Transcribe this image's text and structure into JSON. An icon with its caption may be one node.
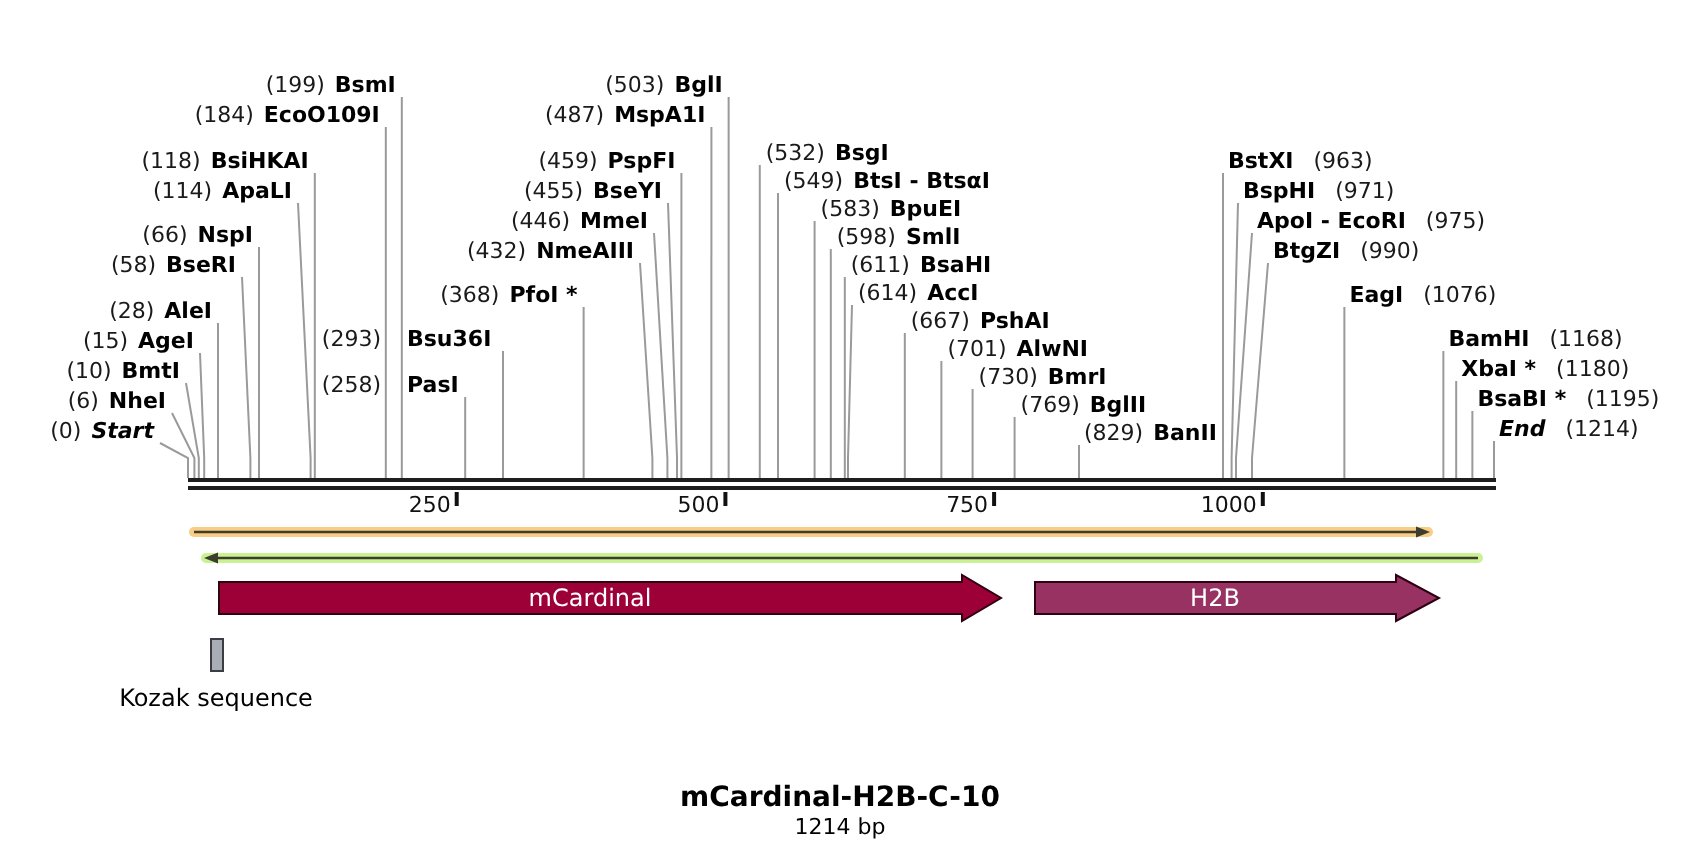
{
  "diagram": {
    "title": "mCardinal-H2B-C-10",
    "caption": "1214 bp",
    "nodes": [
      {
        "text": [
          "(0)",
          "Start"
        ]
      },
      {
        "text": [
          "(6)",
          "NheI"
        ]
      },
      {
        "text": [
          "(10)",
          "BmtI"
        ]
      },
      {
        "text": [
          "(15)",
          "AgeI"
        ]
      },
      {
        "text": [
          "(28)",
          "AleI"
        ]
      },
      {
        "text": [
          "(58)",
          "BseRI"
        ]
      },
      {
        "text": [
          "(66)",
          "NspI"
        ]
      },
      {
        "text": [
          "(114)",
          "ApaLI"
        ]
      },
      {
        "text": [
          "(118)",
          "BsiHKAI"
        ]
      },
      {
        "text": [
          "(184)",
          "EcoO109I"
        ]
      },
      {
        "text": [
          "(199)",
          "BsmI"
        ]
      },
      {
        "text": [
          "(258)",
          "PasI"
        ]
      },
      {
        "text": [
          "(293)",
          "Bsu36I"
        ]
      },
      {
        "text": [
          "(368)",
          "PfoI *"
        ]
      },
      {
        "text": [
          "(432)",
          "NmeAIII"
        ]
      },
      {
        "text": [
          "(446)",
          "MmeI"
        ]
      },
      {
        "text": [
          "(455)",
          "BseYI"
        ]
      },
      {
        "text": [
          "(459)",
          "PspFI"
        ]
      },
      {
        "text": [
          "(487)",
          "MspA1I"
        ]
      },
      {
        "text": [
          "(503)",
          "BglI"
        ]
      },
      {
        "text": [
          "(532)",
          "BsgI"
        ]
      },
      {
        "text": [
          "(549)",
          "BtsI - BtsαI"
        ]
      },
      {
        "text": [
          "(583)",
          "BpuEI"
        ]
      },
      {
        "text": [
          "(598)",
          "SmlI"
        ]
      },
      {
        "text": [
          "(611)",
          "BsaHI"
        ]
      },
      {
        "text": [
          "(614)",
          "AccI"
        ]
      },
      {
        "text": [
          "(667)",
          "PshAI"
        ]
      },
      {
        "text": [
          "(701)",
          "AlwNI"
        ]
      },
      {
        "text": [
          "(730)",
          "BmrI"
        ]
      },
      {
        "text": [
          "(769)",
          "BglII"
        ]
      },
      {
        "text": [
          "(829)",
          "BanII"
        ]
      },
      {
        "text": [
          "BstXI",
          "(963)"
        ]
      },
      {
        "text": [
          "BspHI",
          "(971)"
        ]
      },
      {
        "text": [
          "ApoI - EcoRI",
          "(975)"
        ]
      },
      {
        "text": [
          "BtgZI",
          "(990)"
        ]
      },
      {
        "text": [
          "EagI",
          "(1076)"
        ]
      },
      {
        "text": [
          "BamHI",
          "(1168)"
        ]
      },
      {
        "text": [
          "XbaI *",
          "(1180)"
        ]
      },
      {
        "text": [
          "BsaBI *",
          "(1195)"
        ]
      },
      {
        "text": [
          "End",
          "(1214)"
        ]
      },
      {
        "text": [],
        "shape": "bar"
      },
      {
        "text": [
          "mCardinal"
        ]
      },
      {
        "text": [
          "H2B"
        ]
      },
      {
        "text": [
          "Kozak sequence"
        ]
      }
    ],
    "edges": [
      {
        "from": 0,
        "to": 40,
        "arrow": "none"
      },
      {
        "from": 1,
        "to": 40,
        "arrow": "none"
      },
      {
        "from": 2,
        "to": 40,
        "arrow": "none"
      },
      {
        "from": 3,
        "to": 40,
        "arrow": "none"
      },
      {
        "from": 4,
        "to": 40,
        "arrow": "none"
      },
      {
        "from": 5,
        "to": 40,
        "arrow": "none"
      },
      {
        "from": 6,
        "to": 40,
        "arrow": "none"
      },
      {
        "from": 7,
        "to": 40,
        "arrow": "none"
      },
      {
        "from": 8,
        "to": 40,
        "arrow": "none"
      },
      {
        "from": 9,
        "to": 40,
        "arrow": "none"
      },
      {
        "from": 10,
        "to": 40,
        "arrow": "none"
      },
      {
        "from": 11,
        "to": 40,
        "arrow": "none"
      },
      {
        "from": 12,
        "to": 40,
        "arrow": "none"
      },
      {
        "from": 13,
        "to": 40,
        "arrow": "none"
      },
      {
        "from": 14,
        "to": 40,
        "arrow": "none"
      },
      {
        "from": 15,
        "to": 40,
        "arrow": "none"
      },
      {
        "from": 16,
        "to": 40,
        "arrow": "none"
      },
      {
        "from": 17,
        "to": 40,
        "arrow": "none"
      },
      {
        "from": 18,
        "to": 40,
        "arrow": "none"
      },
      {
        "from": 19,
        "to": 40,
        "arrow": "none"
      },
      {
        "from": 20,
        "to": 40,
        "arrow": "none"
      },
      {
        "from": 21,
        "to": 40,
        "arrow": "none"
      },
      {
        "from": 22,
        "to": 40,
        "arrow": "none"
      },
      {
        "from": 23,
        "to": 40,
        "arrow": "none"
      },
      {
        "from": 24,
        "to": 40,
        "arrow": "none"
      },
      {
        "from": 25,
        "to": 40,
        "arrow": "none"
      },
      {
        "from": 26,
        "to": 40,
        "arrow": "none"
      },
      {
        "from": 27,
        "to": 40,
        "arrow": "none"
      },
      {
        "from": 28,
        "to": 40,
        "arrow": "none"
      },
      {
        "from": 29,
        "to": 40,
        "arrow": "none"
      },
      {
        "from": 30,
        "to": 40,
        "arrow": "none"
      },
      {
        "from": 31,
        "to": 40,
        "arrow": "none"
      },
      {
        "from": 32,
        "to": 40,
        "arrow": "none"
      },
      {
        "from": 33,
        "to": 40,
        "arrow": "none"
      },
      {
        "from": 34,
        "to": 40,
        "arrow": "none"
      },
      {
        "from": 35,
        "to": 40,
        "arrow": "none"
      },
      {
        "from": 36,
        "to": 40,
        "arrow": "none"
      },
      {
        "from": 37,
        "to": 40,
        "arrow": "none"
      },
      {
        "from": 38,
        "to": 40,
        "arrow": "none"
      },
      {
        "from": 39,
        "to": 40,
        "arrow": "none"
      }
    ],
    "labels": [
      "250",
      "500",
      "750",
      "1000"
    ]
  }
}
